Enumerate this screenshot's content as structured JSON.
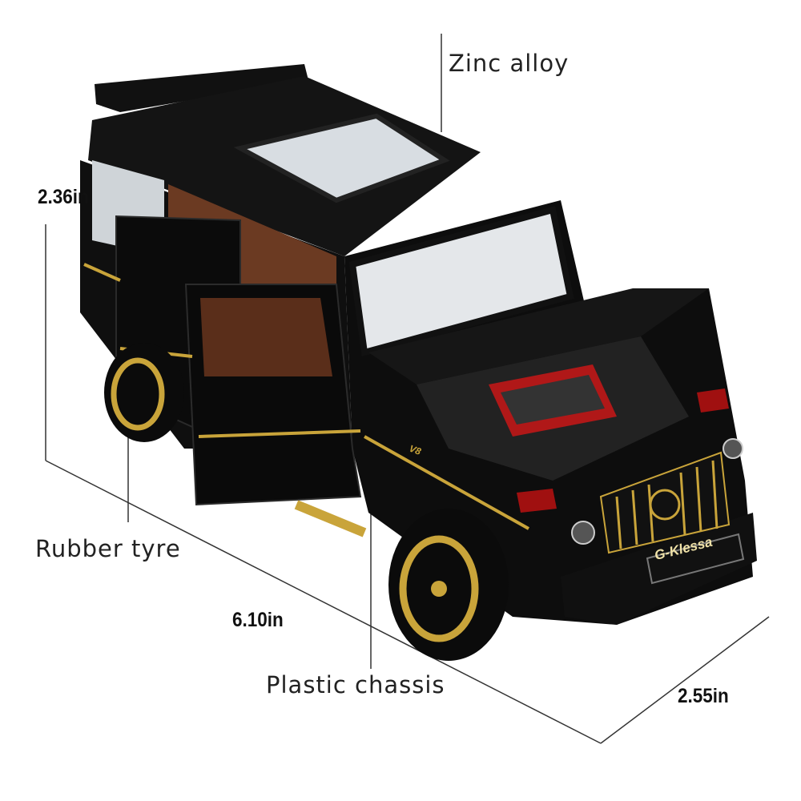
{
  "callouts": {
    "zinc": "Zinc alloy",
    "rubber": "Rubber tyre",
    "plastic": "Plastic chassis"
  },
  "dimensions": {
    "height": "2.36in",
    "length": "6.10in",
    "width": "2.55in"
  },
  "car": {
    "plate": "G-Klessa",
    "badge": "V8"
  },
  "colors": {
    "body": "#0d0d0d",
    "trim": "#c9a43a",
    "interior": "#7a3a1c",
    "engine_accent": "#b01818"
  }
}
